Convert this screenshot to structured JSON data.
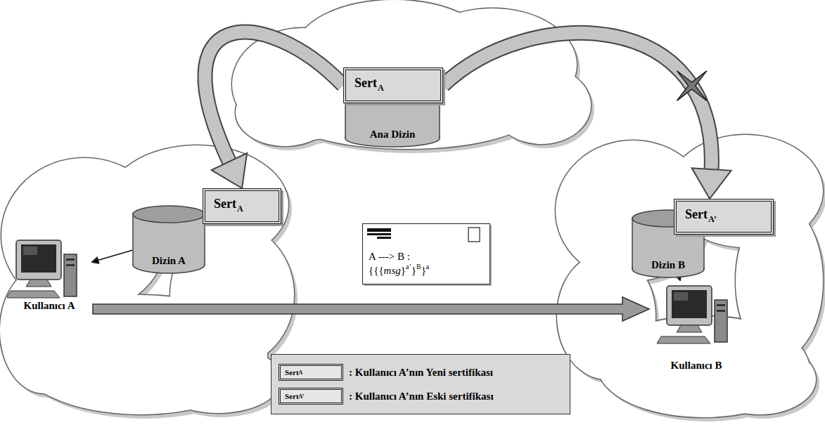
{
  "diagram": {
    "nodes": [
      {
        "text": [
          "Ana Dizin"
        ]
      },
      {
        "text": [
          "Sert",
          "A"
        ]
      },
      {
        "text": [
          "Dizin A"
        ]
      },
      {
        "text": [
          "Sert",
          "A"
        ]
      },
      {
        "text": [
          "Dizin B"
        ]
      },
      {
        "text": [
          "Sert",
          "A’"
        ]
      },
      {
        "text": [
          "Kullanıcı A"
        ]
      },
      {
        "text": [
          "Kullanıcı B"
        ]
      },
      {
        "text": [
          "A ---> B :",
          "{{{",
          "msg",
          "}",
          "a’",
          "}",
          "B",
          "}",
          "a"
        ]
      }
    ],
    "edges": [
      {
        "from": 1,
        "to": 3,
        "arrow": "to"
      },
      {
        "from": 1,
        "to": 5,
        "arrow": "to"
      },
      {
        "from": 2,
        "to": 6,
        "arrow": "to"
      },
      {
        "from": 4,
        "to": 7,
        "arrow": "to"
      },
      {
        "from": 6,
        "to": 7,
        "arrow": "to"
      }
    ],
    "labels": [
      "Sert",
      "A",
      "Sert",
      "A’"
    ],
    "legend": [
      {
        "text": ": Kullanıcı A’nın Yeni sertifikası"
      },
      {
        "text": ": Kullanıcı A’nın Eski sertifikası"
      }
    ]
  }
}
